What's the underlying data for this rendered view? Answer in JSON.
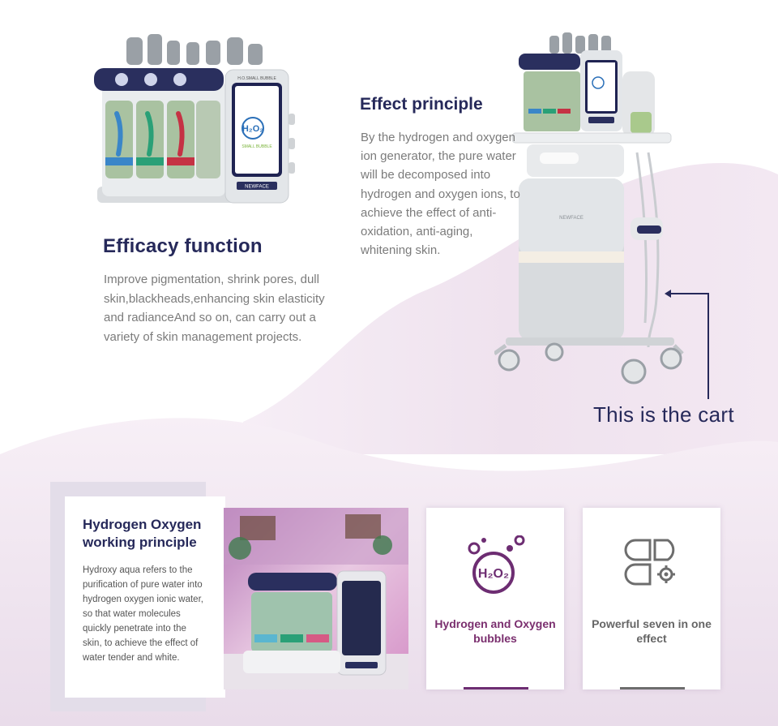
{
  "colors": {
    "title": "#26295a",
    "body_text": "#7b7b7b",
    "accent_purple": "#7a2e6e",
    "wave": "#f1e6f0"
  },
  "efficacy": {
    "title": "Efficacy function",
    "body": "Improve pigmentation, shrink pores, dull skin,blackheads,enhancing skin elasticity and radianceAnd so on, can carry out a variety of skin management projects."
  },
  "effect": {
    "title": "Effect principle",
    "body": "By the hydrogen and oxygen ion generator, the pure water will be decomposed into hydrogen and oxygen ions, to achieve the effect of anti-oxidation, anti-aging, whitening skin."
  },
  "cart_caption": "This is the cart",
  "machine": {
    "brand": "NEWFACE",
    "screen_header": "H.O.SMALL BUBBLE",
    "screen_logo": "H₂O₂",
    "screen_sub": "SMALL BUBBLE"
  },
  "info_card": {
    "title": "Hydrogen Oxygen working principle",
    "body": "Hydroxy aqua refers to the purification of pure water into hydrogen oxygen ionic water, so that water molecules quickly penetrate into the skin, to achieve the effect of water tender and white."
  },
  "features": [
    {
      "label": "Hydrogen and Oxygen bubbles",
      "icon": "h2o2-bubbles-icon",
      "formula": "H₂O₂"
    },
    {
      "label": "Powerful seven in one effect",
      "icon": "clover-gear-icon"
    }
  ]
}
